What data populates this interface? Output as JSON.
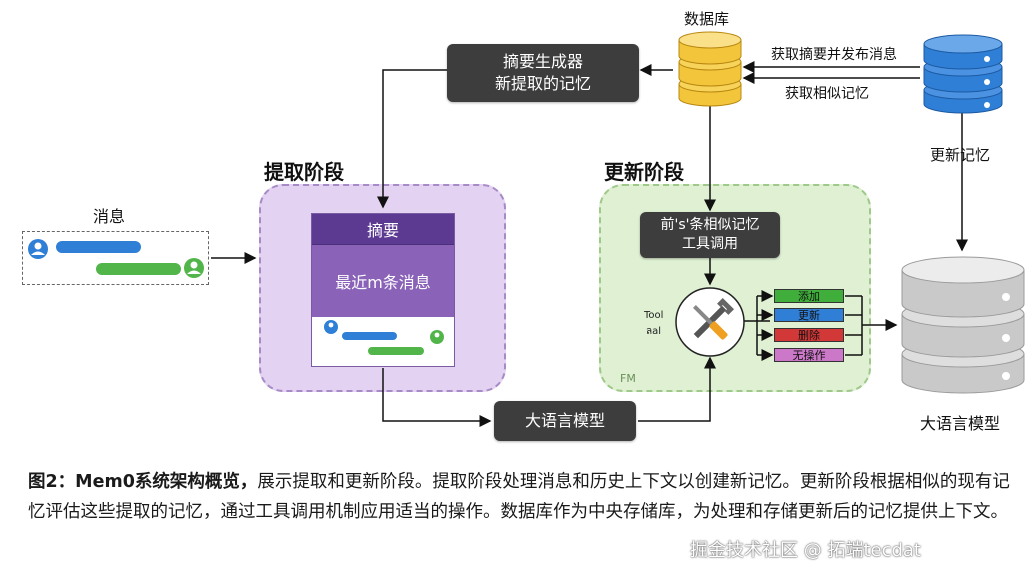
{
  "diagram": {
    "extract_phase_title": "提取阶段",
    "update_phase_title": "更新阶段",
    "message_label": "消息",
    "summary_generator": [
      "摘要生成器",
      "新提取的记忆"
    ],
    "database_label": "数据库",
    "fetch_publish_label": "获取摘要并发布消息",
    "fetch_similar_label": "获取相似记忆",
    "update_memory_label": "更新记忆",
    "card_header": "摘要",
    "card_recent": "最近m条消息",
    "tool_call_box": [
      "前's'条相似记忆",
      "工具调用"
    ],
    "tool_label": "Tool",
    "tool_sublabel": "ลal",
    "fm_label": "FM",
    "operations": [
      {
        "label": "添加",
        "color": "#3fae3a"
      },
      {
        "label": "更新",
        "color": "#2f7fd6"
      },
      {
        "label": "删除",
        "color": "#d23838"
      },
      {
        "label": "无操作",
        "color": "#cc78c8"
      }
    ],
    "llm_box_label": "大语言模型",
    "llm_storage_label": "大语言模型"
  },
  "caption": {
    "bold": "图2：Mem0系统架构概览，",
    "text": "展示提取和更新阶段。提取阶段处理消息和历史上下文以创建新记忆。更新阶段根据相似的现有记忆评估这些提取的记忆，通过工具调用机制应用适当的操作。数据库作为中央存储库，为处理和存储更新后的记忆提供上下文。"
  },
  "watermark": "掘金技术社区 @ 拓端tecdat",
  "colors": {
    "extract_panel": "#e3d2f1",
    "update_panel": "#dff0d3",
    "db_gold": "#f3c53a",
    "storage_blue": "#2f7fd6",
    "storage_gray": "#c9c9c9"
  }
}
